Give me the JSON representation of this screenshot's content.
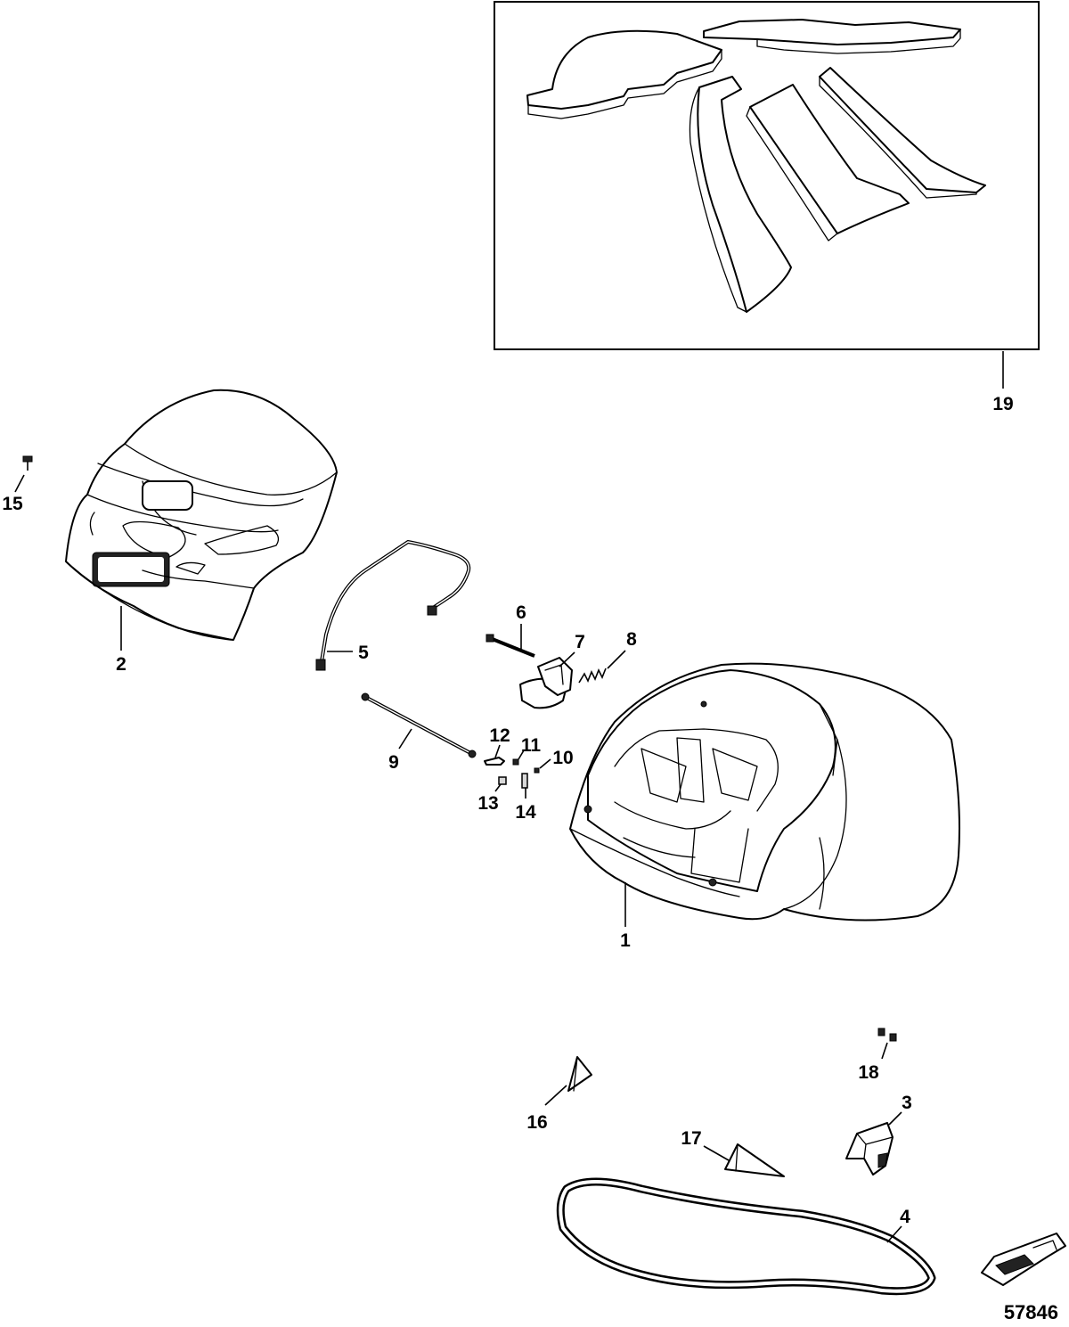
{
  "figure_number": "57846",
  "callouts": [
    {
      "id": "1",
      "text": "1"
    },
    {
      "id": "2",
      "text": "2"
    },
    {
      "id": "3",
      "text": "3"
    },
    {
      "id": "4",
      "text": "4"
    },
    {
      "id": "5",
      "text": "5"
    },
    {
      "id": "6",
      "text": "6"
    },
    {
      "id": "7",
      "text": "7"
    },
    {
      "id": "8",
      "text": "8"
    },
    {
      "id": "9",
      "text": "9"
    },
    {
      "id": "10",
      "text": "10"
    },
    {
      "id": "11",
      "text": "11"
    },
    {
      "id": "12",
      "text": "12"
    },
    {
      "id": "13",
      "text": "13"
    },
    {
      "id": "14",
      "text": "14"
    },
    {
      "id": "15",
      "text": "15"
    },
    {
      "id": "16",
      "text": "16"
    },
    {
      "id": "17",
      "text": "17"
    },
    {
      "id": "18",
      "text": "18"
    },
    {
      "id": "19",
      "text": "19"
    }
  ]
}
